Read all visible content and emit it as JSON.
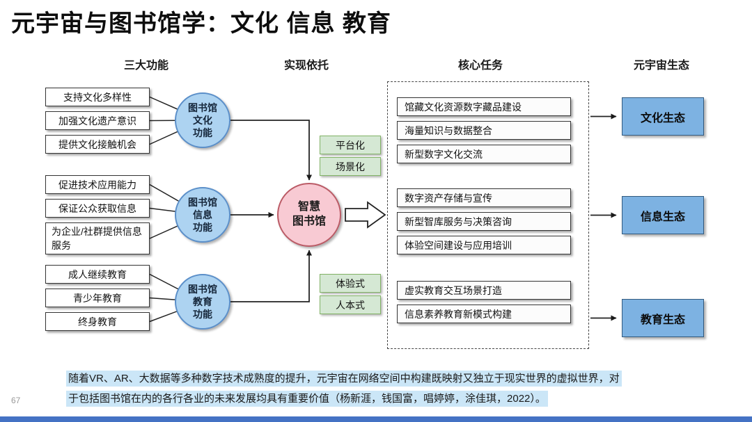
{
  "title": "元宇宙与图书馆学：文化 信息 教育",
  "column_headers": [
    "三大功能",
    "实现依托",
    "核心任务",
    "元宇宙生态"
  ],
  "functions": {
    "culture": {
      "items": [
        "支持文化多样性",
        "加强文化遗产意识",
        "提供文化接触机会"
      ],
      "circle": "图书馆\n文化\n功能"
    },
    "information": {
      "items": [
        "促进技术应用能力",
        "保证公众获取信息",
        "为企业/社群提供信息服务"
      ],
      "circle": "图书馆\n信息\n功能"
    },
    "education": {
      "items": [
        "成人继续教育",
        "青少年教育",
        "终身教育"
      ],
      "circle": "图书馆\n教育\n功能"
    }
  },
  "center": {
    "label": "智慧\n图书馆"
  },
  "enablers": {
    "top": [
      "平台化",
      "场景化"
    ],
    "bottom": [
      "体验式",
      "人本式"
    ]
  },
  "core_tasks": {
    "culture": [
      "馆藏文化资源数字藏品建设",
      "海量知识与数据整合",
      "新型数字文化交流"
    ],
    "information": [
      "数字资产存储与宣传",
      "新型智库服务与决策咨询",
      "体验空间建设与应用培训"
    ],
    "education": [
      "虚实教育交互场景打造",
      "信息素养教育新模式构建"
    ]
  },
  "ecosystems": [
    "文化生态",
    "信息生态",
    "教育生态"
  ],
  "footnote": {
    "line1": "随着VR、AR、大数据等多种数字技术成熟度的提升，元宇宙在网络空间中构建既映射又独立于现实世界的虚拟世界，对",
    "line2": "于包括图书馆在内的各行各业的未来发展均具有重要价值（杨新涯，钱国富，唱婷婷，涂佳琪，2022）。"
  },
  "page_number": "67",
  "colors": {
    "circle_blue_fill": "#ADD3F1",
    "circle_blue_border": "#5B8FC9",
    "center_pink_fill": "#F8CAD3",
    "center_pink_border": "#BB5B66",
    "tag_green_fill": "#D5E8D4",
    "tag_green_border": "#82B366",
    "eco_blue_fill": "#7DB2E2",
    "highlight": "#CBE6F7",
    "bottom_bar": "#4472C4"
  }
}
